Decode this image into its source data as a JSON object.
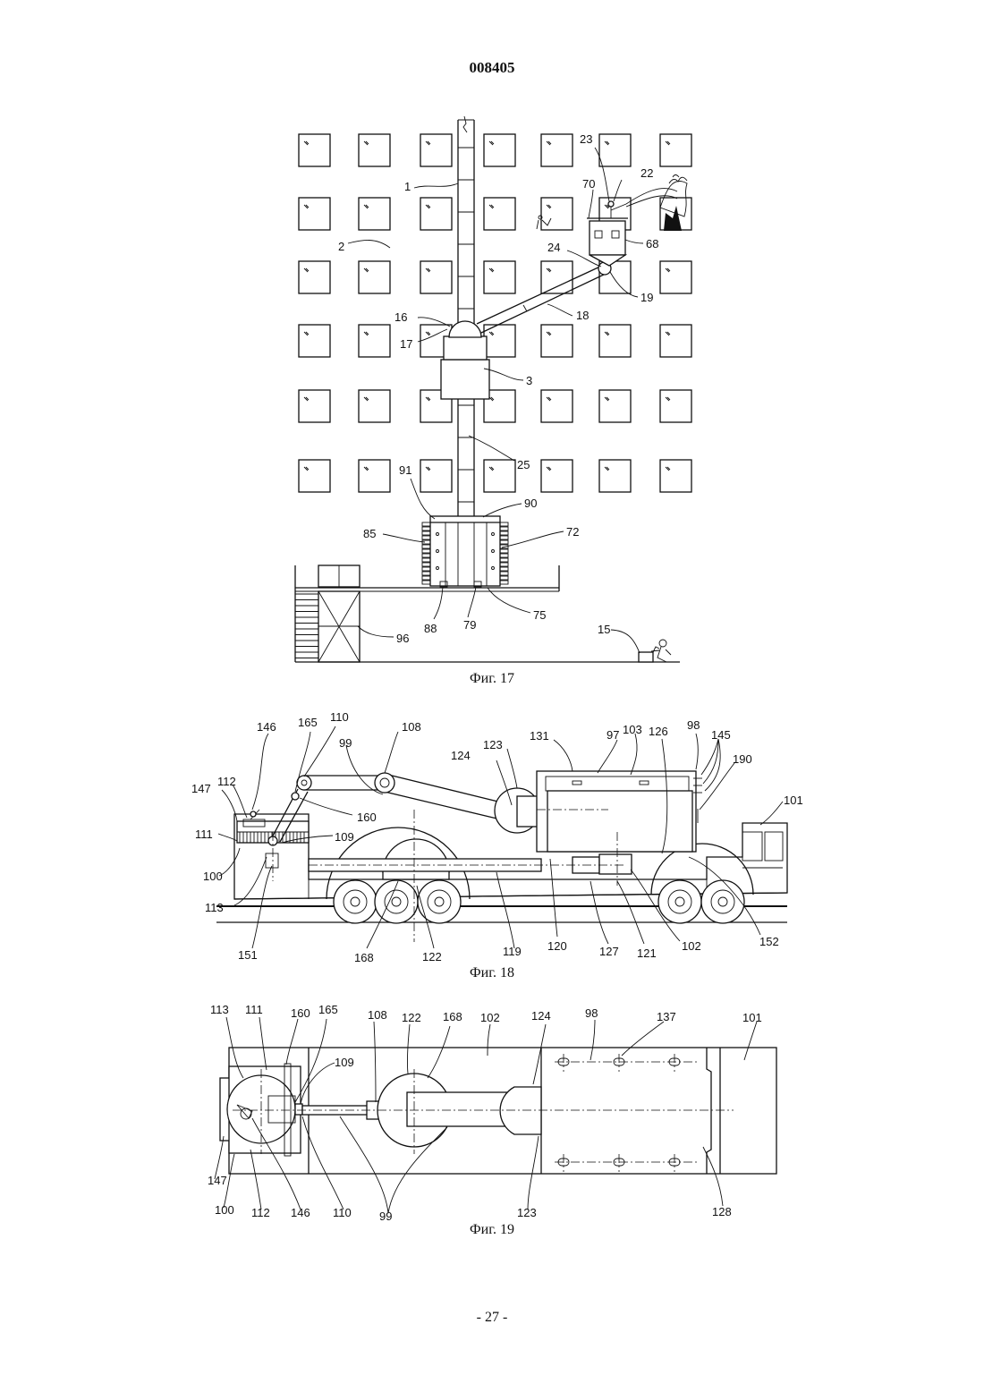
{
  "document_number": "008405",
  "page_number": "- 27 -",
  "figures": [
    {
      "caption": "Фиг. 17",
      "labels": [
        "1",
        "2",
        "3",
        "15",
        "16",
        "17",
        "18",
        "19",
        "22",
        "23",
        "24",
        "25",
        "68",
        "70",
        "72",
        "75",
        "79",
        "85",
        "88",
        "90",
        "91",
        "96"
      ]
    },
    {
      "caption": "Фиг. 18",
      "labels": [
        "97",
        "98",
        "99",
        "100",
        "101",
        "102",
        "103",
        "108",
        "109",
        "110",
        "111",
        "112",
        "113",
        "119",
        "120",
        "121",
        "122",
        "123",
        "124",
        "126",
        "127",
        "131",
        "145",
        "146",
        "147",
        "151",
        "152",
        "160",
        "165",
        "168",
        "190"
      ]
    },
    {
      "caption": "Фиг. 19",
      "labels": [
        "98",
        "99",
        "100",
        "101",
        "102",
        "108",
        "109",
        "110",
        "111",
        "112",
        "113",
        "122",
        "123",
        "124",
        "128",
        "137",
        "146",
        "147",
        "160",
        "165",
        "168"
      ]
    }
  ]
}
